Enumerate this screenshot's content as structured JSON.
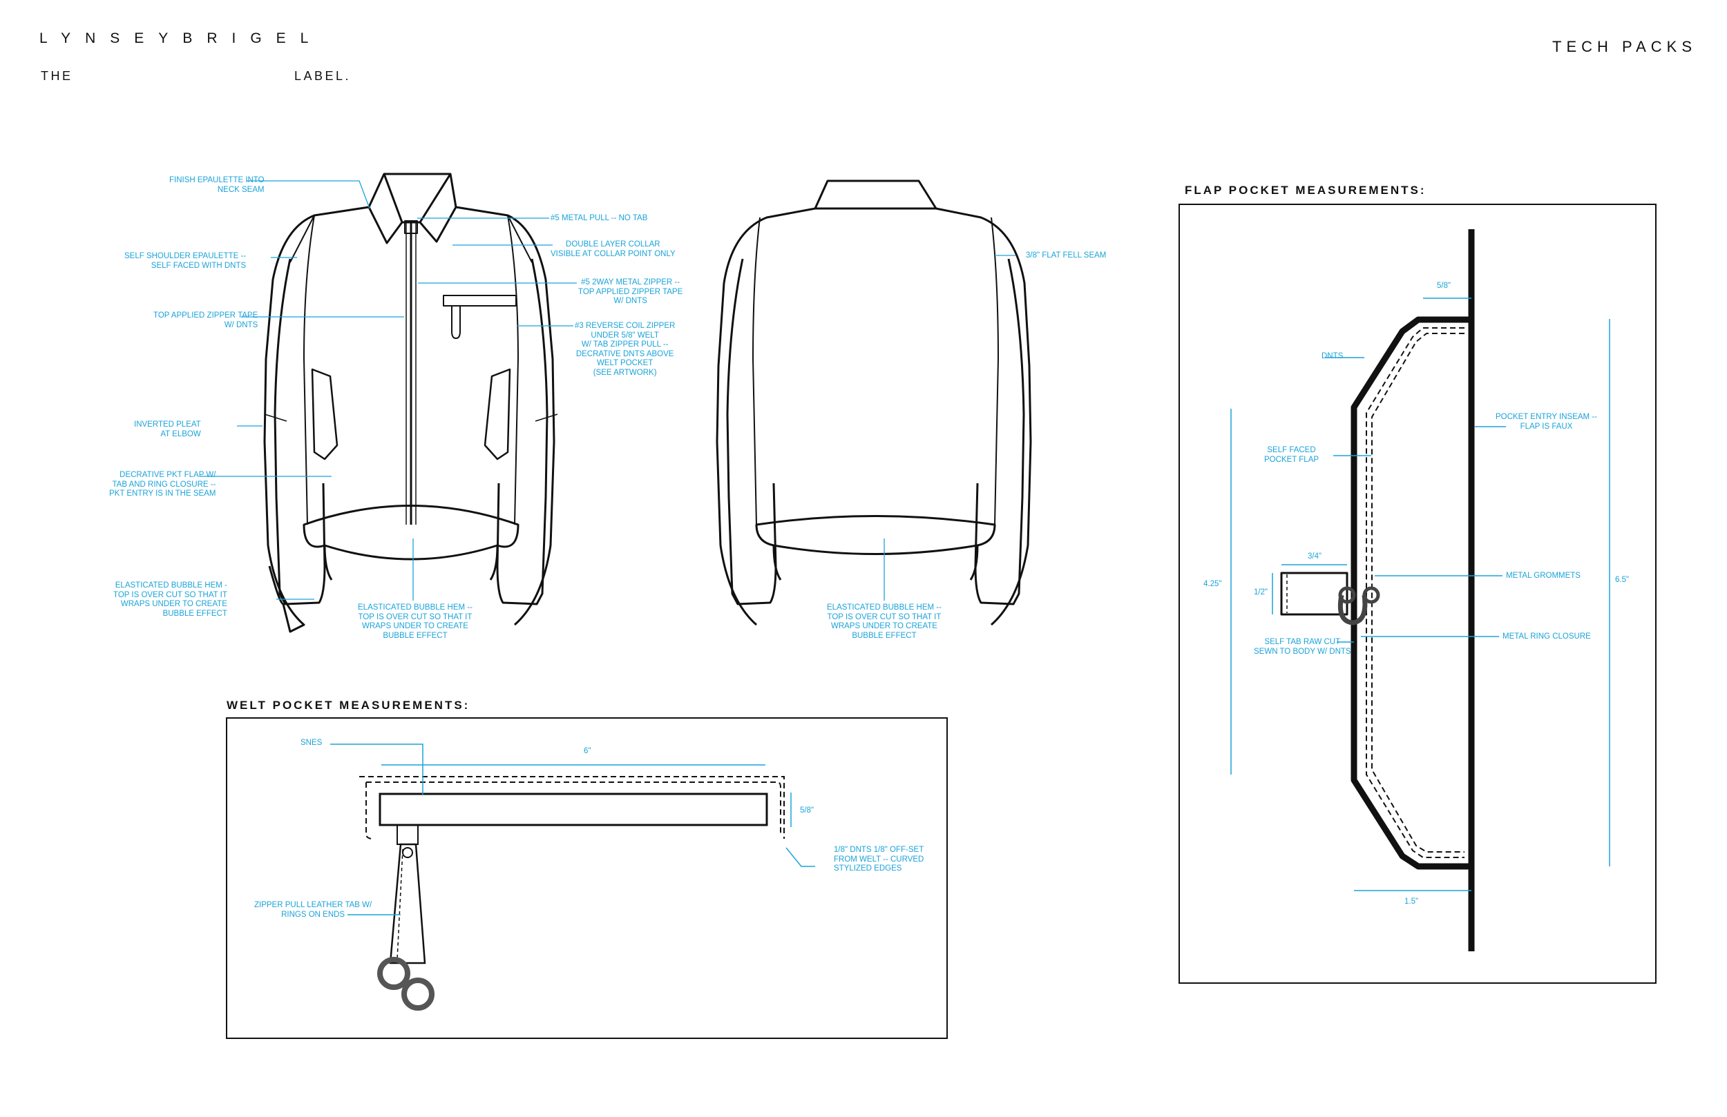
{
  "header": {
    "brand": "LYNSEYBRIGEL",
    "sub_left": "THE",
    "sub_right": "LABEL.",
    "section": "TECH PACKS"
  },
  "sections": {
    "welt_title": "WELT POCKET MEASUREMENTS:",
    "flap_title": "FLAP POCKET MEASUREMENTS:"
  },
  "front_notes": {
    "epaulette_neck": "FINISH EPAULETTE INTO\nNECK SEAM",
    "shoulder_epaulette": "SELF SHOULDER EPAULETTE --\nSELF FACED WITH DNTS",
    "zipper_tape": "TOP APPLIED ZIPPER TAPE\nW/ DNTS",
    "inverted_pleat": "INVERTED PLEAT\nAT ELBOW",
    "pkt_flap": "DECRATIVE PKT FLAP W/\nTAB AND RING CLOSURE --\nPKT ENTRY IS IN THE SEAM",
    "bubble_hem_sleeve": "ELASTICATED BUBBLE HEM -\nTOP IS OVER CUT SO THAT IT\nWRAPS UNDER TO CREATE\nBUBBLE EFFECT",
    "metal_pull": "#5 METAL PULL -- NO TAB",
    "double_collar": "DOUBLE LAYER COLLAR\nVISIBLE AT COLLAR POINT ONLY",
    "two_way_zipper": "#5 2WAY METAL ZIPPER --\nTOP APPLIED ZIPPER TAPE\nW/ DNTS",
    "coil_zipper": "#3 REVERSE COIL ZIPPER\nUNDER 5/8\" WELT\nW/ TAB ZIPPER PULL --\nDECRATIVE DNTS ABOVE\nWELT POCKET\n(SEE ARTWORK)",
    "bubble_hem_front": "ELASTICATED BUBBLE HEM --\nTOP IS OVER CUT SO THAT IT\nWRAPS UNDER TO CREATE\nBUBBLE EFFECT"
  },
  "back_notes": {
    "flat_fell": "3/8\" FLAT FELL SEAM",
    "bubble_hem_back": "ELASTICATED BUBBLE HEM --\nTOP IS OVER CUT SO THAT IT\nWRAPS UNDER TO CREATE\nBUBBLE EFFECT"
  },
  "welt": {
    "snes": "SNES",
    "width": "6\"",
    "height": "5/8\"",
    "dnts_offset": "1/8\" DNTS 1/8\" OFF-SET\nFROM WELT -- CURVED\nSTYLIZED EDGES",
    "zipper_pull": "ZIPPER PULL LEATHER TAB W/\nRINGS ON ENDS"
  },
  "flap": {
    "top_width": "5/8\"",
    "dnts": "DNTS",
    "self_faced": "SELF FACED\nPOCKET FLAP",
    "pocket_entry": "POCKET ENTRY INSEAM --\nFLAP IS FAUX",
    "tab_width": "3/4\"",
    "tab_height": "1/2\"",
    "height_inner": "4.25\"",
    "height_outer": "6.5\"",
    "grommets": "METAL GROMMETS",
    "ring_closure": "METAL RING CLOSURE",
    "self_tab": "SELF TAB RAW CUT\nSEWN TO BODY W/ DNTS",
    "bottom_width": "1.5\""
  },
  "colors": {
    "annotation": "#1aa3d9",
    "line": "#111111"
  }
}
